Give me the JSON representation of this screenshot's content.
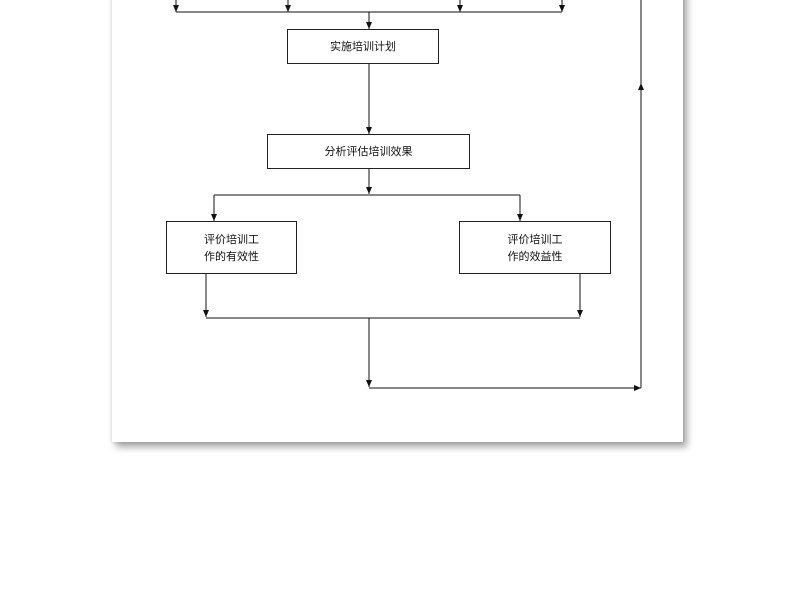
{
  "diagram": {
    "nodes": {
      "implement": "实施培训计划",
      "analyze": "分析评估培训效果",
      "effectiveness": "评价培训工\n作的有效性",
      "efficiency": "评价培训工\n作的效益性"
    },
    "colors": {
      "line": "#111111",
      "page_bg": "#ffffff",
      "shadow": "#bdbdbd"
    }
  }
}
